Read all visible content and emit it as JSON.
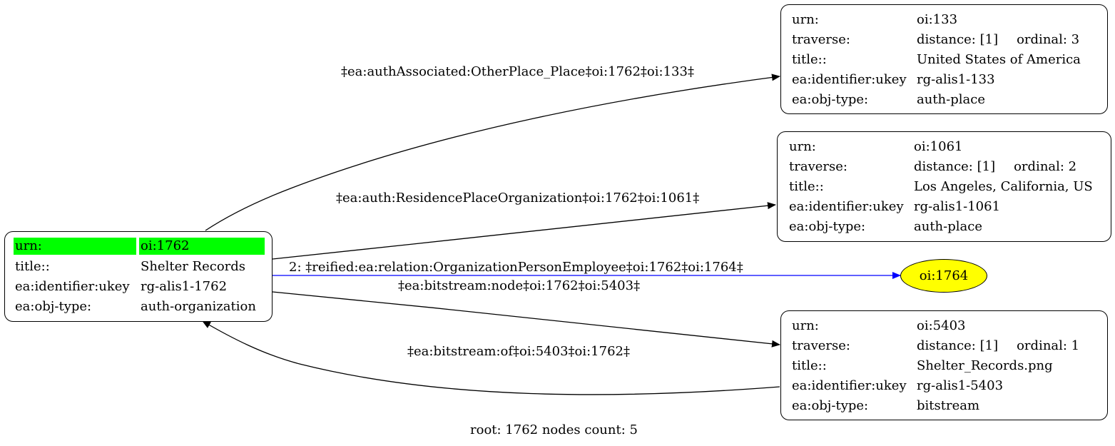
{
  "nodes": {
    "root": {
      "rows": [
        {
          "k": "urn:",
          "v": "oi:1762"
        },
        {
          "k": "title::",
          "v": "Shelter Records"
        },
        {
          "k": "ea:identifier:ukey",
          "v": "rg-alis1-1762"
        },
        {
          "k": "ea:obj-type:",
          "v": "auth-organization"
        }
      ]
    },
    "n133": {
      "urn": {
        "k": "urn:",
        "v": "oi:133"
      },
      "traverse": {
        "k": "traverse:",
        "distance": "distance: [1]",
        "ordinal": "ordinal: 3"
      },
      "rows": [
        {
          "k": "title::",
          "v": "United States of America"
        },
        {
          "k": "ea:identifier:ukey",
          "v": "rg-alis1-133"
        },
        {
          "k": "ea:obj-type:",
          "v": "auth-place"
        }
      ]
    },
    "n1061": {
      "urn": {
        "k": "urn:",
        "v": "oi:1061"
      },
      "traverse": {
        "k": "traverse:",
        "distance": "distance: [1]",
        "ordinal": "ordinal: 2"
      },
      "rows": [
        {
          "k": "title::",
          "v": "Los Angeles, California, US"
        },
        {
          "k": "ea:identifier:ukey",
          "v": "rg-alis1-1061"
        },
        {
          "k": "ea:obj-type:",
          "v": "auth-place"
        }
      ]
    },
    "n5403": {
      "urn": {
        "k": "urn:",
        "v": "oi:5403"
      },
      "traverse": {
        "k": "traverse:",
        "distance": "distance: [1]",
        "ordinal": "ordinal: 1"
      },
      "rows": [
        {
          "k": "title::",
          "v": "Shelter_Records.png"
        },
        {
          "k": "ea:identifier:ukey",
          "v": "rg-alis1-5403"
        },
        {
          "k": "ea:obj-type:",
          "v": "bitstream"
        }
      ]
    },
    "n1764": {
      "label": "oi:1764"
    }
  },
  "edges": {
    "e133": "‡ea:authAssociated:OtherPlace_Place‡oi:1762‡oi:133‡",
    "e1061": "‡ea:auth:ResidencePlaceOrganization‡oi:1762‡oi:1061‡",
    "e1764": "2: ‡reified:ea:relation:OrganizationPersonEmployee‡oi:1762‡oi:1764‡",
    "e5403": "‡ea:bitstream:node‡oi:1762‡oi:5403‡",
    "e5403back": "‡ea:bitstream:of‡oi:5403‡oi:1762‡"
  },
  "colors": {
    "highlight": "#00ff00",
    "ellipse": "#ffff00",
    "reified_edge": "#0000ff"
  },
  "footer": "root: 1762 nodes count: 5"
}
